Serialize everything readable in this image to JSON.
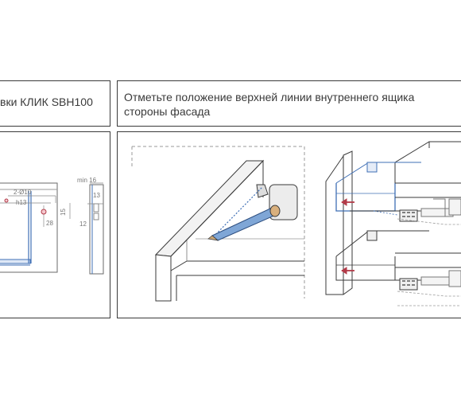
{
  "left": {
    "title": "вки КЛИК SBH100",
    "dims": {
      "min16": "min 16",
      "d10": "2-Ø10",
      "h13": "h13",
      "w13": "13",
      "v15": "15",
      "v28": "28",
      "v12": "12"
    }
  },
  "right": {
    "title_line1": "Отметьте положение верхней линии внутреннего ящика",
    "title_line2": "стороны фасада"
  },
  "colors": {
    "border": "#3a3a3a",
    "line": "#555555",
    "blue": "#3f6fb5",
    "arrow_red": "#b23a48",
    "dash": "#9a9a9a"
  }
}
